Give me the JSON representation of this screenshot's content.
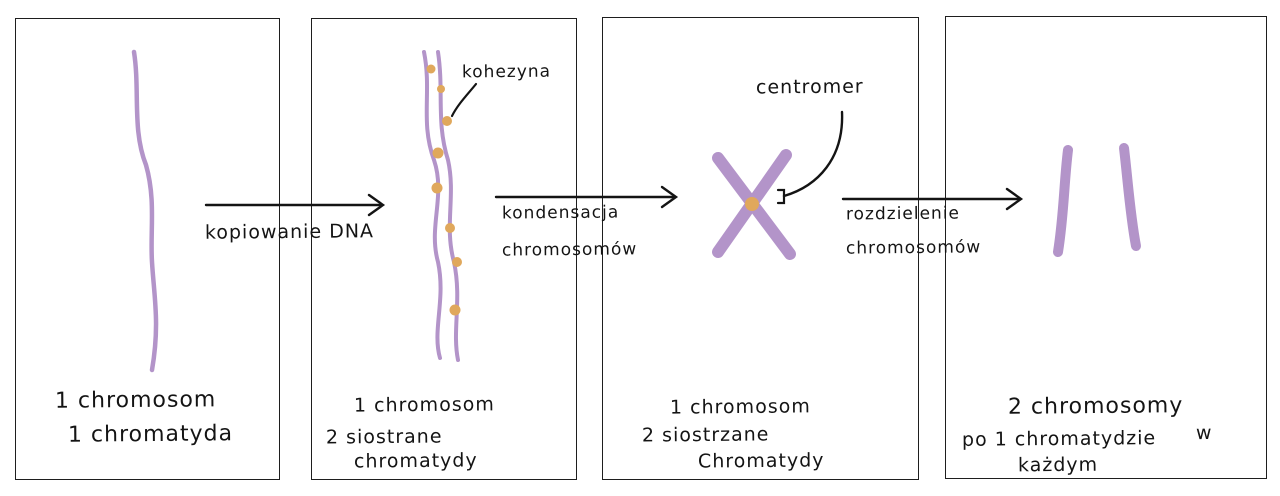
{
  "panels": [
    {
      "caption_lines": [
        "1 chromosom",
        "1 chromatyda"
      ]
    },
    {
      "label": "kohezyna",
      "caption_lines": [
        "1 chromosom",
        "2 siostrane",
        "chromatydy"
      ]
    },
    {
      "label": "centromer",
      "caption_lines": [
        "1 chromosom",
        "2 siostrzane",
        "Chromatydy"
      ]
    },
    {
      "caption_lines": [
        "2 chromosomy",
        "po 1 chromatydzie",
        "w",
        "każdym"
      ]
    }
  ],
  "arrows": [
    {
      "lines": [
        "kopiowanie DNA"
      ]
    },
    {
      "lines": [
        "kondensacja",
        "chromosomów"
      ]
    },
    {
      "lines": [
        "rozdzielenie",
        "chromosomów"
      ]
    }
  ],
  "colors": {
    "chromosome": "#b394c9",
    "cohesin": "#e0a85c",
    "ink": "#141414",
    "border": "#1e1e1e"
  }
}
